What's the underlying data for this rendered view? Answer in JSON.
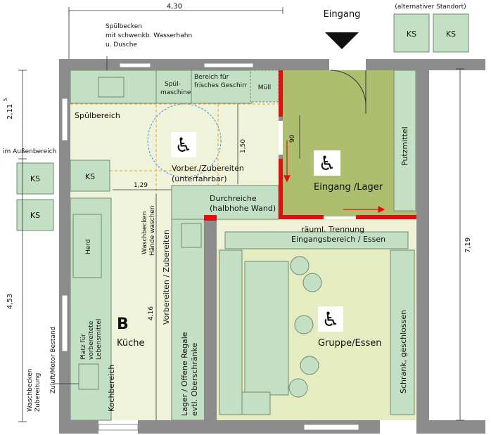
{
  "dimensions": {
    "top_width": "4,30",
    "left_upper": "2,11",
    "left_upper_sup": "5",
    "left_lower": "4,53",
    "right_height": "7,19",
    "d_150": "1,50",
    "d_129": "1,29",
    "d_90": "90",
    "d_416": "4,16"
  },
  "labels": {
    "eingang": "Eingang",
    "alt_standort": "(alternativer Standort)",
    "ks": "KS",
    "spuelbecken_1": "Spülbecken",
    "spuelbecken_2": "mit schwenkb. Wasserhahn",
    "spuelbecken_3": "u. Dusche",
    "spuelmaschine_1": "Spül-",
    "spuelmaschine_2": "maschine",
    "geschirr_1": "Bereich für",
    "geschirr_2": "frisches Geschirr",
    "muell": "Müll",
    "spuelbereich": "Spülbereich",
    "aussenbereich": "im Außenbereich",
    "vorber_1": "Vorber./Zubereiten",
    "vorber_2": "(unterfahrbar)",
    "durchreiche_1": "Durchreiche",
    "durchreiche_2": "(halbhohe Wand)",
    "eingang_lager": "Eingang /Lager",
    "putzmittel": "Putzmittel",
    "trennung_1": "räuml. Trennung",
    "trennung_2": "Eingangsbereich / Essen",
    "herd": "Herd",
    "platz_1": "Platz für",
    "platz_2": "vorbereitete",
    "platz_3": "Lebensmittel",
    "kochbereich": "Kochbereich",
    "room_letter": "B",
    "kueche": "Küche",
    "wb_haende_1": "Waschbecken",
    "wb_haende_2": "Hände waschen",
    "vorbereiten_zubereiten": "Vorbereiten / Zubereiten",
    "lager_1": "Lager / Offene Regale",
    "lager_2": "evtl. Oberschränke",
    "gruppe_essen": "Gruppe/Essen",
    "schrank": "Schrank, geschlossen",
    "zuluft": "Zuluft/Motor Bestand",
    "wb_zubereitung_1": "Waschbecken",
    "wb_zubereitung_2": "Zubereitung"
  },
  "icons": {
    "wheelchair": "♿"
  },
  "colors": {
    "wall": "#8c8c8c",
    "accent_wall": "#e01010",
    "lager_floor": "#adbf6f",
    "kitchen_floor": "#eef3da",
    "dining_floor": "#e6ecc1",
    "furniture": "#c3e0c4",
    "furniture_stroke": "#6e8a6e"
  }
}
